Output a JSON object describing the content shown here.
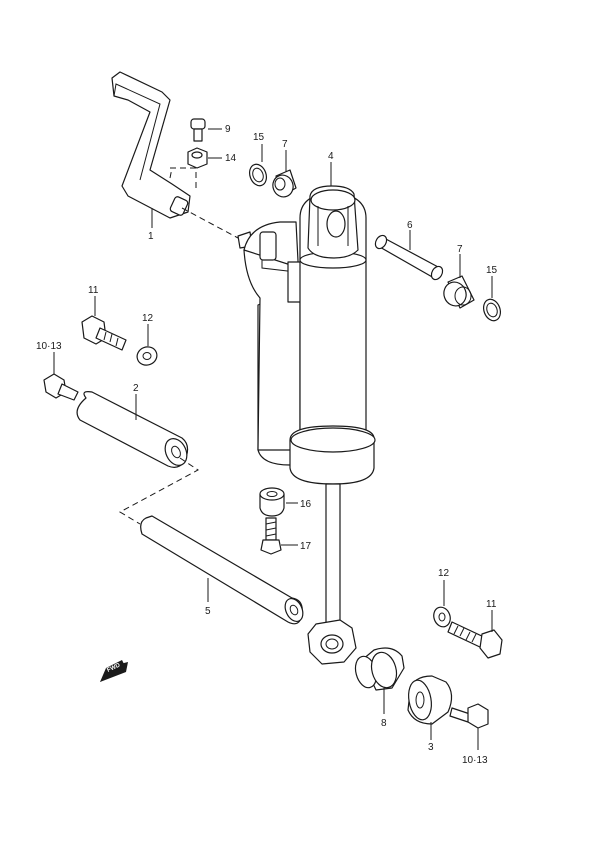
{
  "callouts": {
    "c1": "1",
    "c2": "2",
    "c3": "3",
    "c4": "4",
    "c5": "5",
    "c6": "6",
    "c7a": "7",
    "c7b": "7",
    "c8": "8",
    "c9": "9",
    "c10_13a": "10·13",
    "c10_13b": "10·13",
    "c11a": "11",
    "c11b": "11",
    "c12a": "12",
    "c12b": "12",
    "c14": "14",
    "c15a": "15",
    "c15b": "15",
    "c16": "16",
    "c17": "17"
  },
  "fwd_label": "FWD",
  "icons": {
    "direction": "forward-arrow-icon"
  }
}
